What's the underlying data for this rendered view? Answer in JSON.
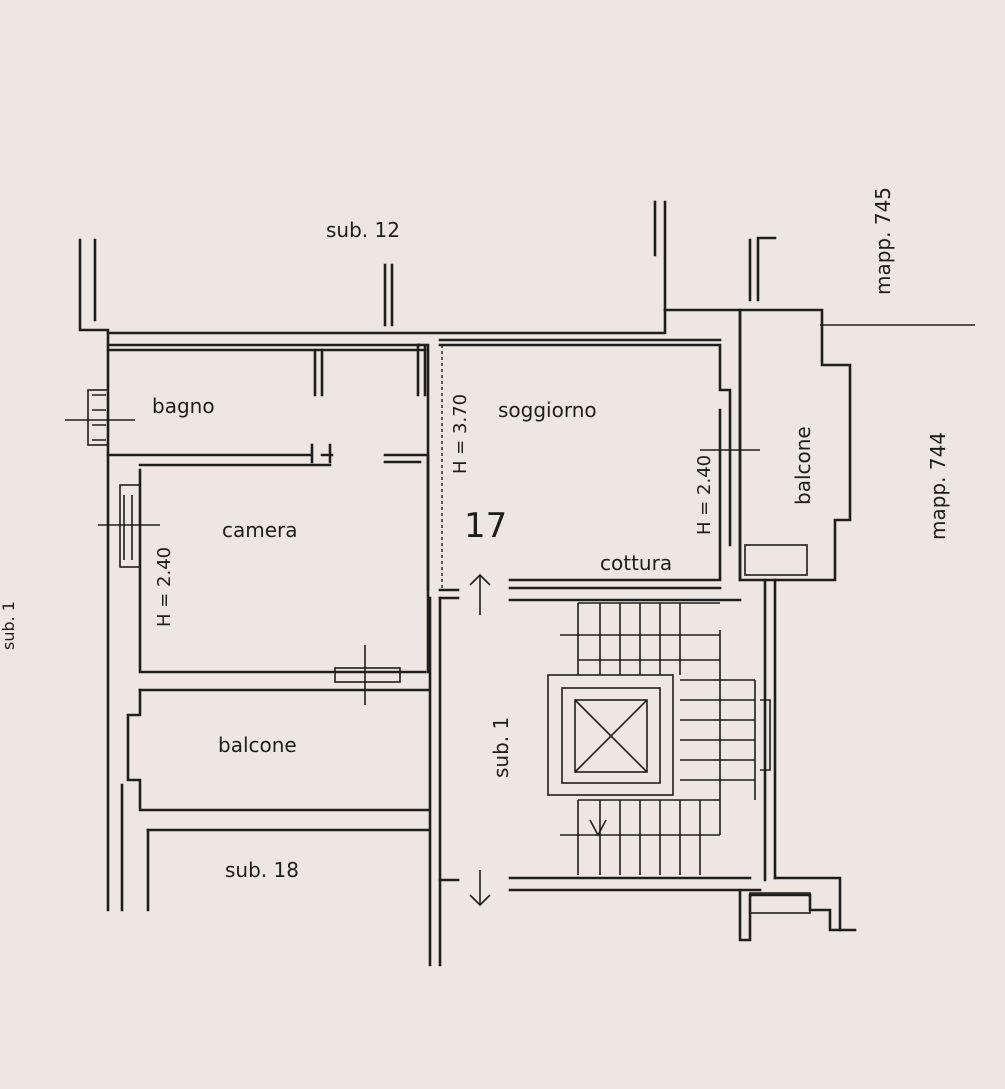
{
  "labels": {
    "sub_12": "sub. 12",
    "sub_18": "sub. 18",
    "sub_1": "sub. 1",
    "sub_edge": "sub. 1",
    "unit_number": "17",
    "bagno": "bagno",
    "camera": "camera",
    "soggiorno": "soggiorno",
    "cottura": "cottura",
    "balcone_left": "balcone",
    "balcone_right": "balcone",
    "h_370": "H = 3.70",
    "h_240_camera": "H = 2.40",
    "h_240_soggiorno": "H = 2.40",
    "mapp_745": "mapp. 745",
    "mapp_744": "mapp. 744"
  },
  "colors": {
    "paper": "#eee6e2",
    "ink": "#1e1e1e"
  }
}
